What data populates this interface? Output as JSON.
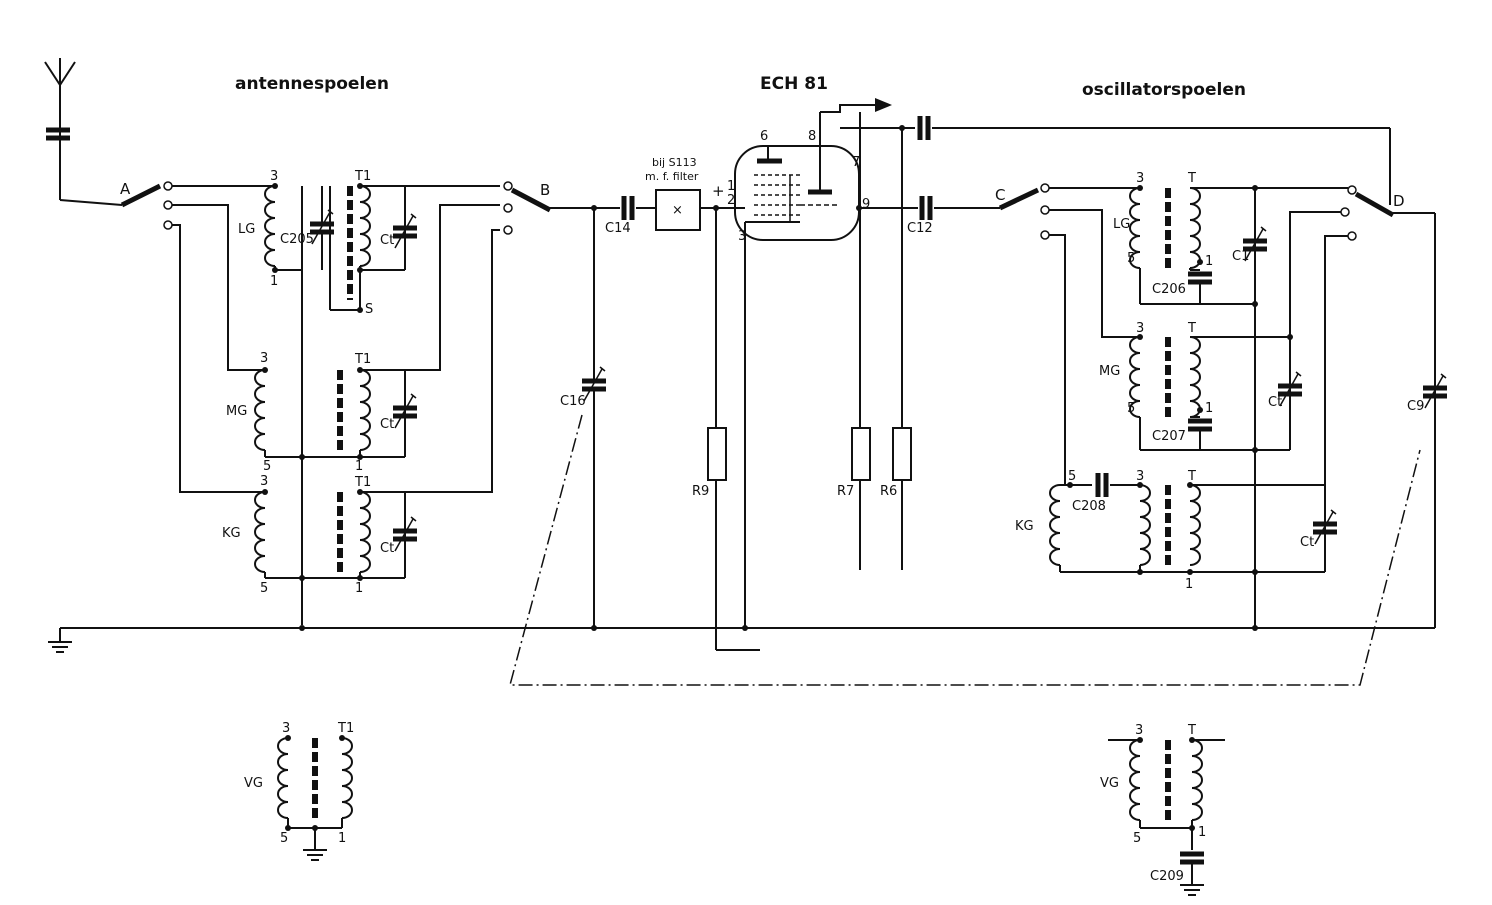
{
  "headings": {
    "antenna_coils": "antennespoelen",
    "tube": "ECH 81",
    "oscillator_coils": "oscillatorspoelen"
  },
  "switches": {
    "a": "A",
    "b": "B",
    "c": "C",
    "d": "D"
  },
  "filter_note": {
    "line1": "bij S113",
    "line2": "m. f. filter"
  },
  "pins": {
    "p3": "3",
    "p5": "5",
    "p1": "1",
    "pS": "S",
    "pT": "T",
    "pT1": "T1",
    "p6": "6",
    "p8": "8",
    "p7": "7",
    "p9": "9",
    "p2": "2",
    "p1b": "1",
    "plus": "+"
  },
  "antenna_section": {
    "lg": {
      "label": "LG",
      "cap": "C205",
      "trim": "Ct"
    },
    "mg": {
      "label": "MG",
      "trim": "Ct"
    },
    "kg": {
      "label": "KG",
      "trim": "Ct"
    },
    "vg": {
      "label": "VG"
    }
  },
  "mixer_parts": {
    "c14": "C14",
    "c16": "C16",
    "r9": "R9",
    "c12": "C12",
    "r7": "R7",
    "r6": "R6"
  },
  "oscillator_section": {
    "lg": {
      "label": "LG",
      "cap": "C206",
      "trim": "C1"
    },
    "mg": {
      "label": "MG",
      "cap": "C207",
      "trim": "Ct"
    },
    "kg": {
      "label": "KG",
      "cap": "C208",
      "trim": "Ct"
    },
    "vg": {
      "label": "VG",
      "cap": "C209"
    },
    "c9": "C9"
  }
}
